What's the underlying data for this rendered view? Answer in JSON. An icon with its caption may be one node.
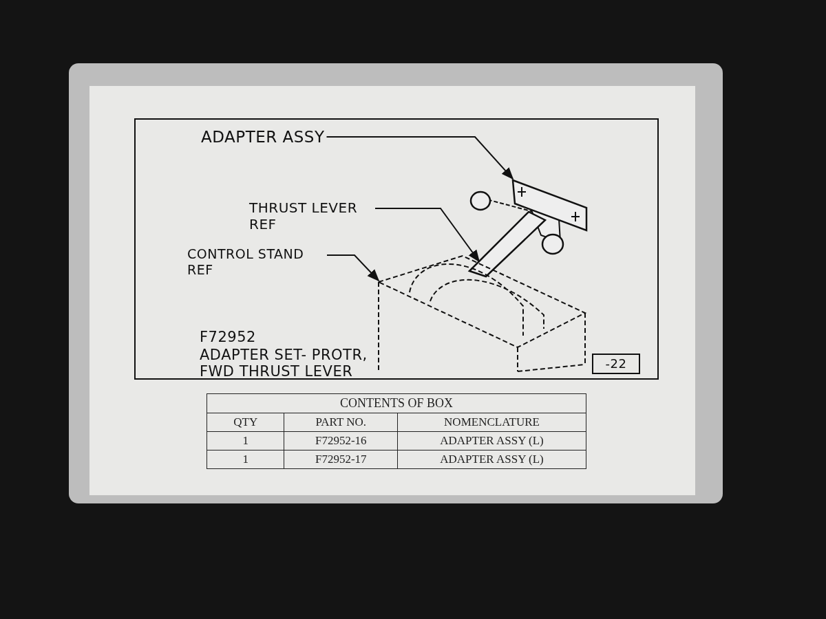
{
  "diagram": {
    "nodes": [
      {
        "text": [
          "ADAPTER ASSY"
        ]
      },
      {
        "text": [],
        "shape": "picture"
      },
      {
        "text": [
          "THRUST LEVER REF"
        ]
      },
      {
        "text": [],
        "shape": "picture"
      },
      {
        "text": [
          "CONTROL STAND REF"
        ]
      },
      {
        "text": [],
        "shape": "picture"
      },
      {
        "text": [
          "-22"
        ]
      }
    ],
    "edges": [
      {
        "from": 0,
        "to": 1,
        "arrow": "to"
      },
      {
        "from": 2,
        "to": 3,
        "arrow": "to"
      },
      {
        "from": 4,
        "to": 5,
        "arrow": "to"
      }
    ],
    "labels": [
      "F72952",
      "ADAPTER SET- PROTR, FWD THRUST LEVER",
      "CONTENTS OF BOX",
      "QTY",
      "PART NO.",
      "NOMENCLATURE",
      "1",
      "F72952-16",
      "ADAPTER ASSY (L)",
      "1",
      "F72952-17",
      "ADAPTER ASSY (L)"
    ]
  }
}
